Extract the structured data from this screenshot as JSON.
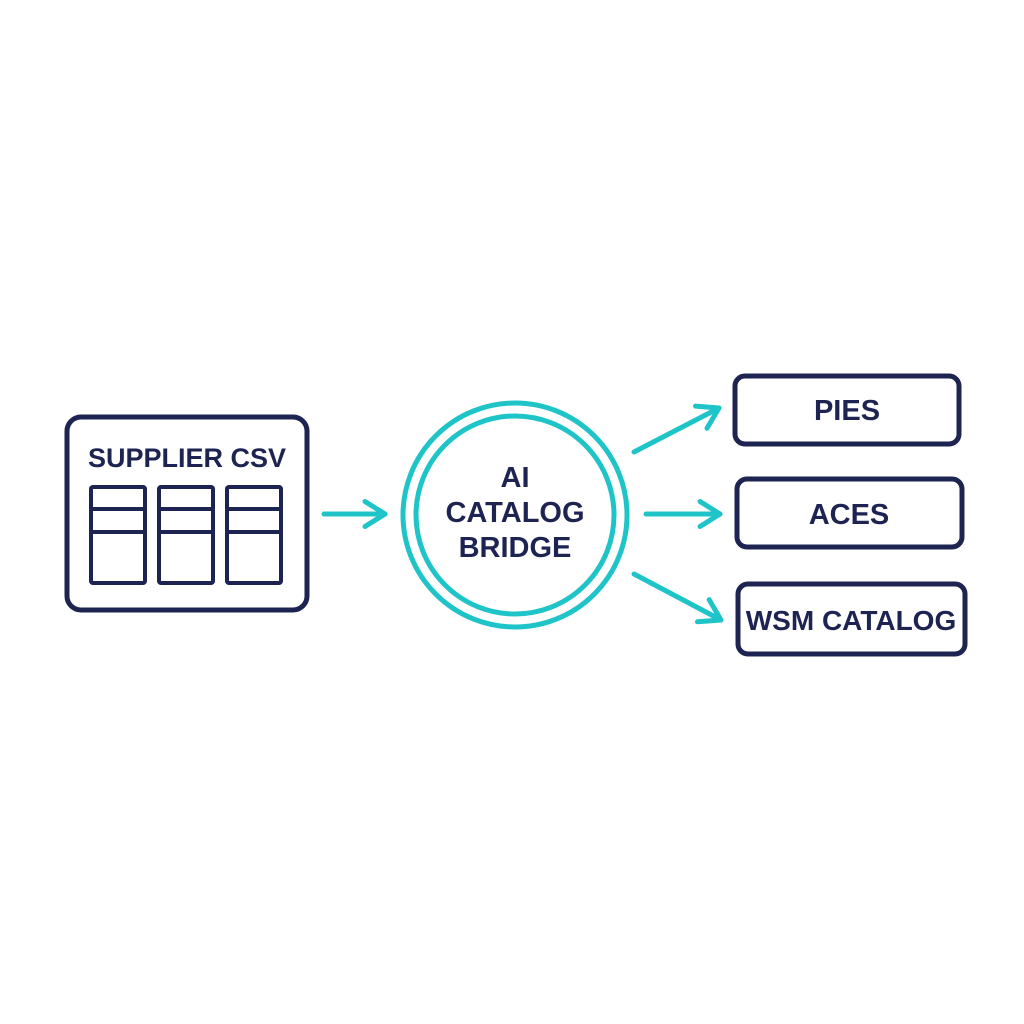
{
  "colors": {
    "navy": "#1e2452",
    "teal": "#1fc4c8",
    "background": "#ffffff"
  },
  "diagram": {
    "source": {
      "label": "SUPPLIER CSV",
      "icon": "spreadsheet-columns-icon"
    },
    "hub": {
      "line1": "AI",
      "line2": "CATALOG",
      "line3": "BRIDGE"
    },
    "outputs": [
      {
        "label": "PIES"
      },
      {
        "label": "ACES"
      },
      {
        "label": "WSM CATALOG"
      }
    ]
  }
}
